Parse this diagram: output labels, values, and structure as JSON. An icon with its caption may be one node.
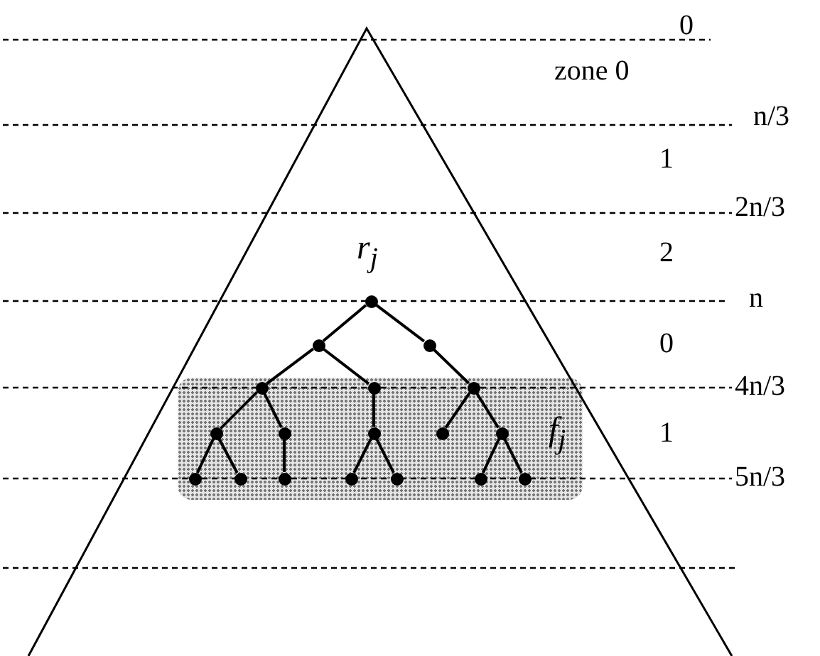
{
  "diagram": {
    "nodes": [
      {
        "text": [],
        "shape": "circle",
        "beside": [
          "r$_{j}$"
        ]
      },
      {
        "text": [],
        "shape": "circle"
      },
      {
        "text": [],
        "shape": "circle"
      },
      {
        "text": [
          "f$_{j}$"
        ]
      },
      {
        "text": [],
        "shape": "circle",
        "in": 3
      },
      {
        "text": [],
        "shape": "circle",
        "in": 3
      },
      {
        "text": [],
        "shape": "circle",
        "in": 3
      },
      {
        "text": [],
        "shape": "circle",
        "in": 3
      },
      {
        "text": [],
        "shape": "circle",
        "in": 3
      },
      {
        "text": [],
        "shape": "circle",
        "in": 3
      },
      {
        "text": [],
        "shape": "circle",
        "in": 3
      },
      {
        "text": [],
        "shape": "circle",
        "in": 3
      },
      {
        "text": [],
        "shape": "circle",
        "in": 3
      },
      {
        "text": [],
        "shape": "circle",
        "in": 3
      },
      {
        "text": [],
        "shape": "circle",
        "in": 3
      },
      {
        "text": [],
        "shape": "circle",
        "in": 3
      },
      {
        "text": [],
        "shape": "circle",
        "in": 3
      },
      {
        "text": [],
        "shape": "circle",
        "in": 3
      },
      {
        "text": [],
        "shape": "circle",
        "in": 3
      }
    ],
    "edges": [
      {
        "from": 0,
        "to": 1,
        "arrow": "none"
      },
      {
        "from": 0,
        "to": 2,
        "arrow": "none"
      },
      {
        "from": 1,
        "to": 4,
        "arrow": "none"
      },
      {
        "from": 1,
        "to": 5,
        "arrow": "none"
      },
      {
        "from": 2,
        "to": 6,
        "arrow": "none"
      },
      {
        "from": 4,
        "to": 7,
        "arrow": "none"
      },
      {
        "from": 4,
        "to": 8,
        "arrow": "none"
      },
      {
        "from": 5,
        "to": 9,
        "arrow": "none"
      },
      {
        "from": 6,
        "to": 10,
        "arrow": "none"
      },
      {
        "from": 6,
        "to": 11,
        "arrow": "none"
      },
      {
        "from": 7,
        "to": 12,
        "arrow": "none"
      },
      {
        "from": 7,
        "to": 13,
        "arrow": "none"
      },
      {
        "from": 8,
        "to": 14,
        "arrow": "none"
      },
      {
        "from": 9,
        "to": 15,
        "arrow": "none"
      },
      {
        "from": 9,
        "to": 16,
        "arrow": "none"
      },
      {
        "from": 11,
        "to": 17,
        "arrow": "none"
      },
      {
        "from": 11,
        "to": 18,
        "arrow": "none"
      }
    ],
    "labels": [
      "0",
      "zone 0",
      "n/3",
      "1",
      "2n/3",
      "2",
      "n",
      "0",
      "4n/3",
      "1",
      "5n/3"
    ]
  }
}
